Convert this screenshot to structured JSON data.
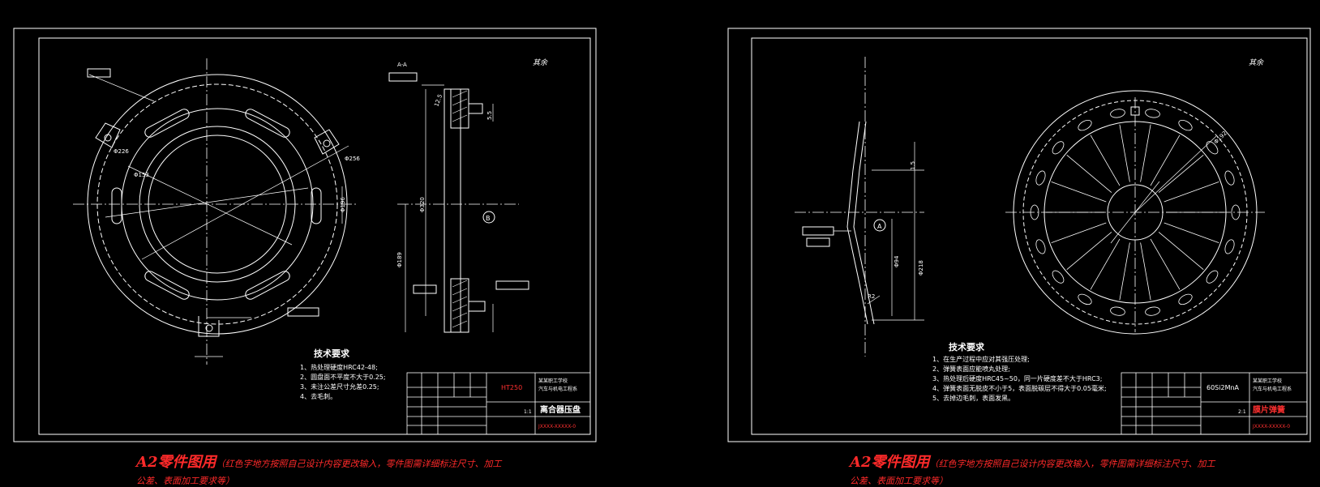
{
  "sheet1": {
    "caption": {
      "title": "A2零件图用",
      "note": "（红色字地方按照自己设计内容更改输入，零件图需详细标注尺寸、加工",
      "note2": "公差、表面加工要求等）"
    },
    "tech": {
      "heading": "技术要求",
      "lines": [
        "1、热处理硬度HRC42-48;",
        "2、圆盘面不平度不大于0.25;",
        "3、未注公差尺寸允差0.25;",
        "4、去毛刺。"
      ]
    },
    "title_block": {
      "part_name": "离合器压盘",
      "material": "HT250",
      "school": "某某职工学校",
      "dept": "汽车与机电工程系",
      "drawing_no": "JXXXX-XXXXX-0",
      "scale": "1:1"
    },
    "section_label": "A-A",
    "roughness_note": "其余",
    "datum": "B",
    "dims": [
      "Φ226",
      "Φ256",
      "Φ153",
      "Φ189",
      "Φ320",
      "Φ196",
      "5.5",
      "12.5"
    ]
  },
  "sheet2": {
    "caption": {
      "title": "A2零件图用",
      "note": "（红色字地方按照自己设计内容更改输入，零件图需详细标注尺寸、加工",
      "note2": "公差、表面加工要求等）"
    },
    "tech": {
      "heading": "技术要求",
      "lines": [
        "1、在生产过程中应对其强压处理;",
        "2、弹簧表面应能喷丸处理;",
        "3、热处理后硬度HRC45~50，同一片硬度差不大于HRC3;",
        "4、弹簧表面无脱皮不小于5，表面脱碳层不得大于0.05毫米;",
        "5、去掉边毛刺，表面发黑。"
      ]
    },
    "title_block": {
      "part_name": "膜片弹簧",
      "material": "60Si2MnA",
      "school": "某某职工学校",
      "dept": "汽车与机电工程系",
      "drawing_no": "JXXXX-XXXXX-0",
      "scale": "2:1"
    },
    "roughness_note": "其余",
    "datum": "A",
    "dims": [
      "Φ192",
      "Φ218",
      "Φ94",
      "1.5",
      "R2"
    ]
  }
}
